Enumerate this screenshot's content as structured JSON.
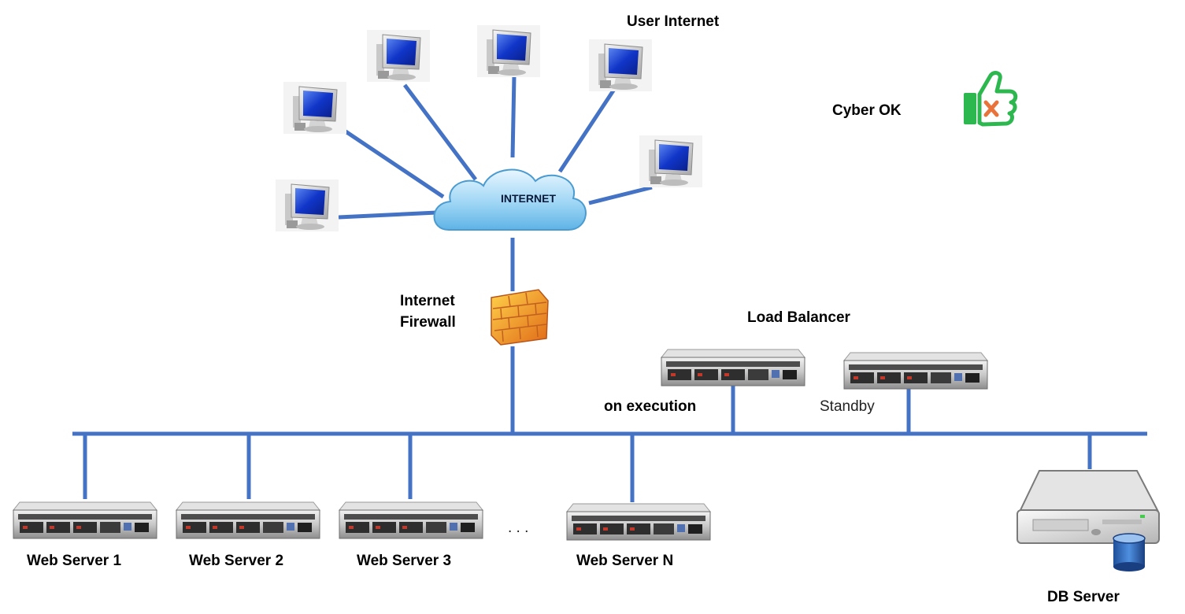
{
  "labels": {
    "user_internet": "User Internet",
    "cyber_ok": "Cyber OK",
    "internet_cloud": "INTERNET",
    "firewall_line1": "Internet",
    "firewall_line2": "Firewall",
    "load_balancer": "Load Balancer",
    "on_execution": "on execution",
    "standby": "Standby",
    "web_server_1": "Web Server 1",
    "web_server_2": "Web Server 2",
    "web_server_3": "Web Server 3",
    "ellipsis": ". . .",
    "web_server_n": "Web Server N",
    "db_server": "DB Server"
  },
  "icons": {
    "computer": "desktop-computer-icon",
    "cloud": "internet-cloud-icon",
    "firewall": "brick-firewall-icon",
    "rack_server": "rack-server-icon",
    "db_server": "database-server-icon",
    "cyber_ok": "thumbs-up-icon"
  },
  "colors": {
    "link": "#4472c4",
    "cloud": "#7cc3ec",
    "thumbs": "#2db84f",
    "firewall": "#f0a030"
  }
}
